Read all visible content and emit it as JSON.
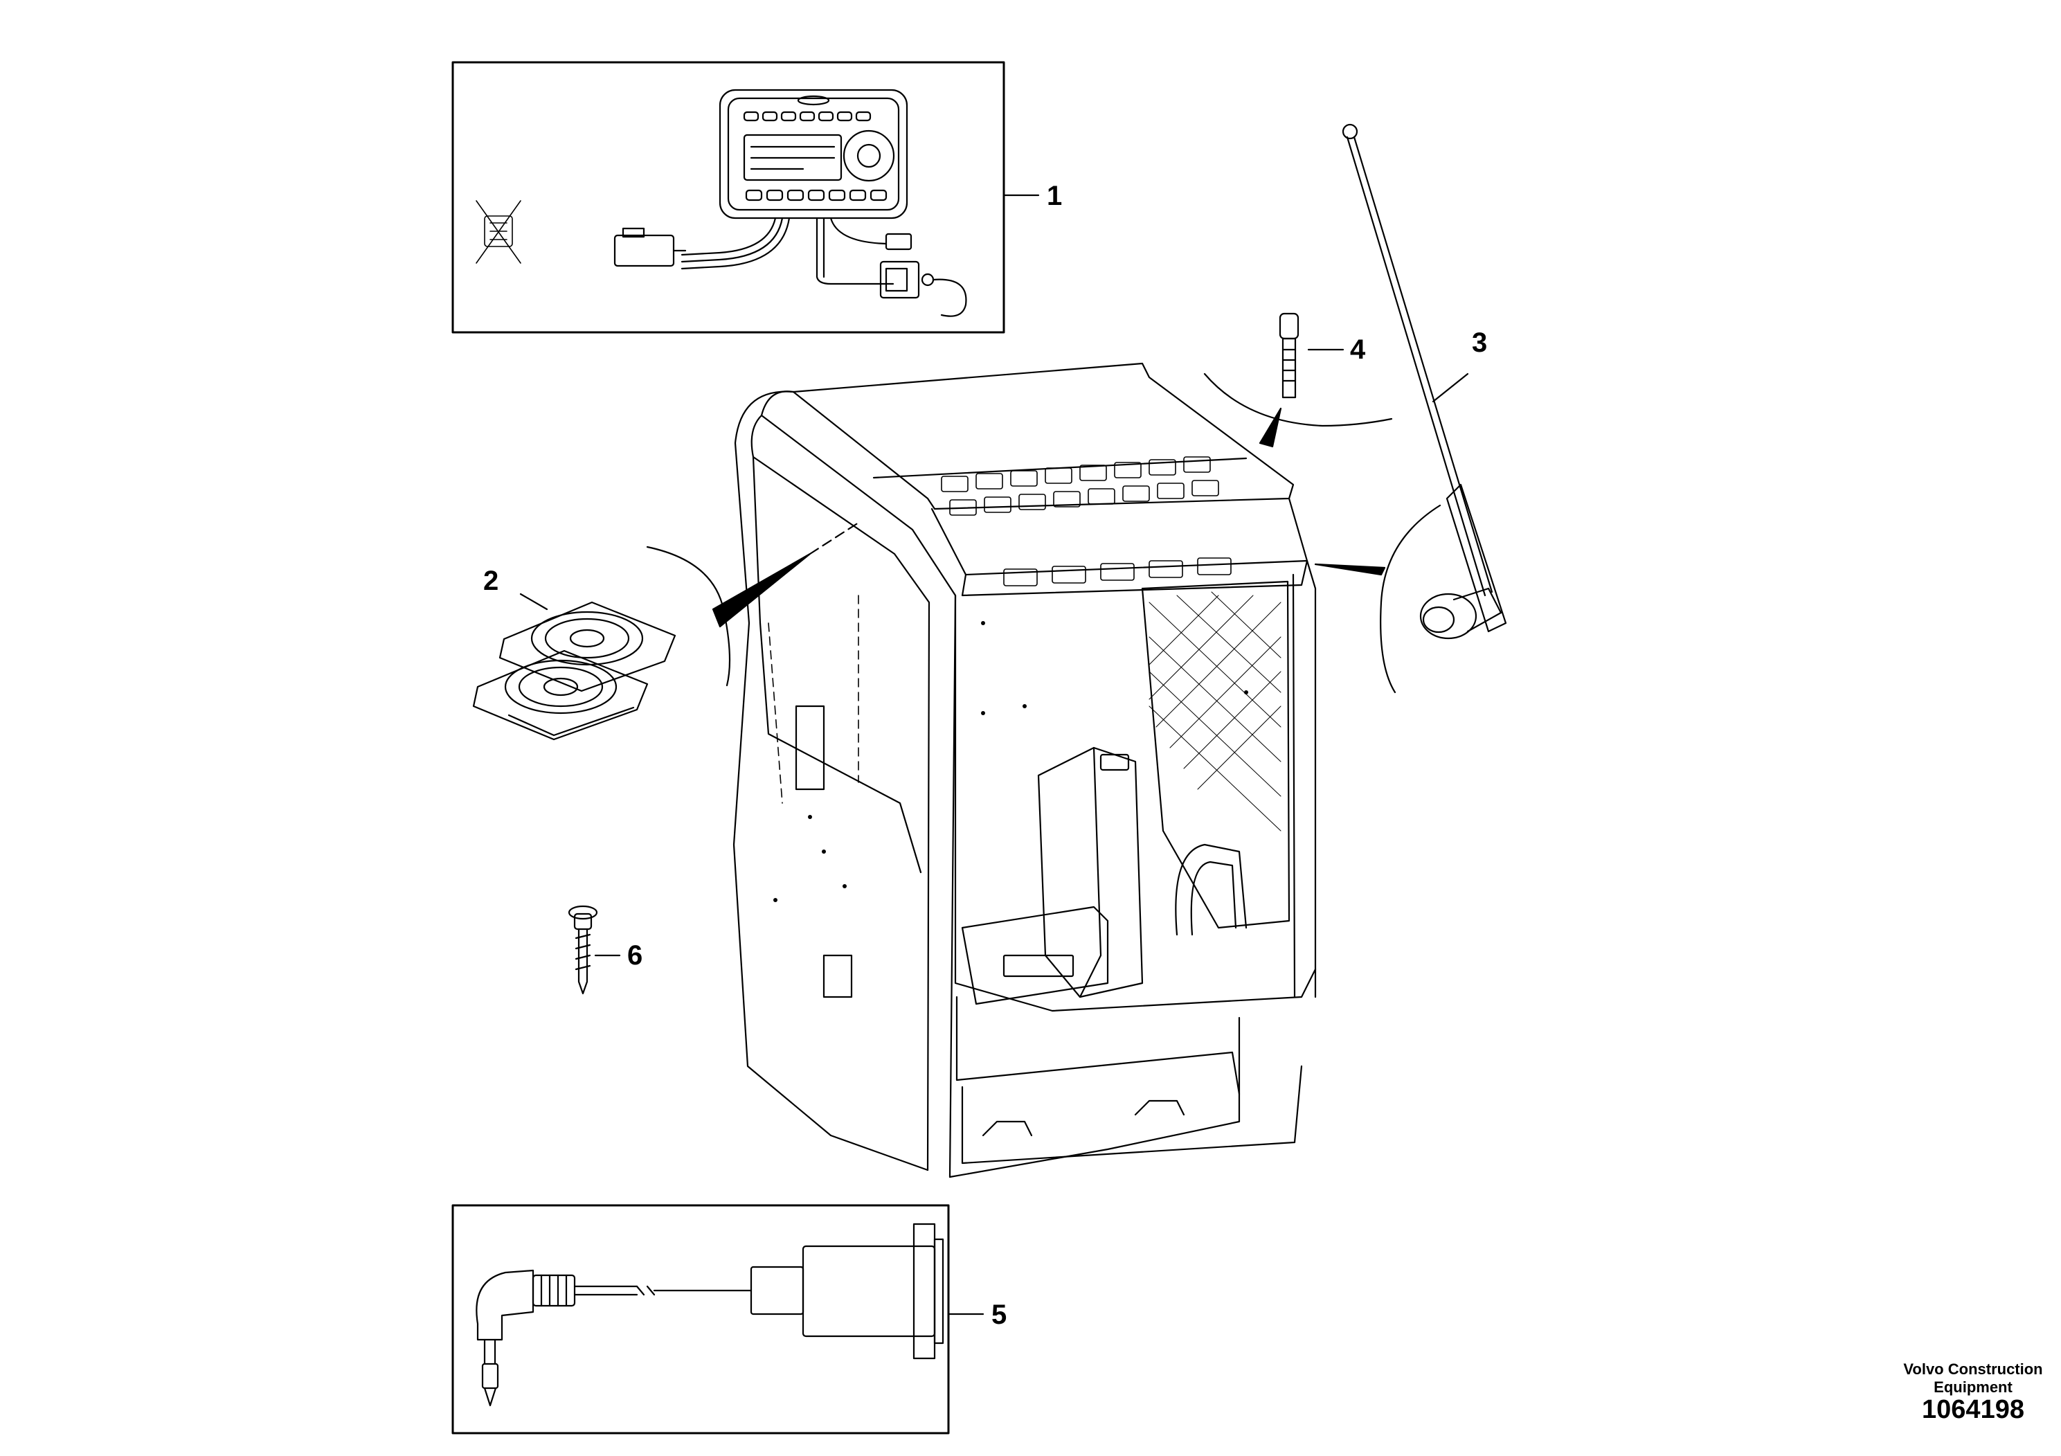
{
  "callouts": {
    "c1": "1",
    "c2": "2",
    "c3": "3",
    "c4": "4",
    "c5": "5",
    "c6": "6"
  },
  "footer": {
    "brand_line1": "Volvo Construction",
    "brand_line2": "Equipment",
    "doc_number": "1064198"
  },
  "colors": {
    "line": "#000000",
    "background": "#ffffff"
  }
}
